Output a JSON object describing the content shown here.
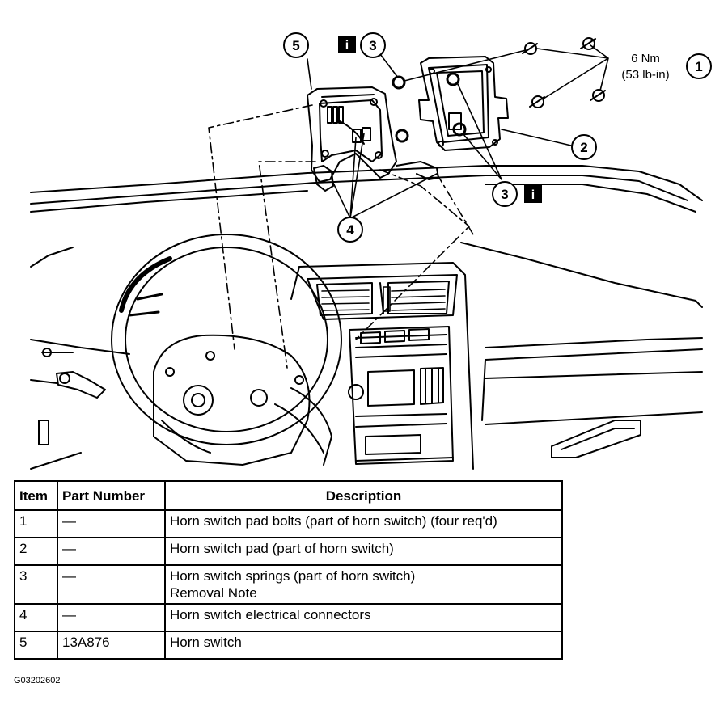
{
  "callouts": {
    "c1": "1",
    "c2": "2",
    "c3a": "3",
    "c3b": "3",
    "c4": "4",
    "c5": "5",
    "info_a": "i",
    "info_b": "i"
  },
  "torque": {
    "line1": "6 Nm",
    "line2": "(53 lb-in)"
  },
  "table": {
    "headers": {
      "item": "Item",
      "part": "Part Number",
      "desc": "Description"
    },
    "rows": [
      {
        "item": "1",
        "part": "—",
        "desc": "Horn switch pad bolts (part of horn switch) (four req'd)",
        "desc2": ""
      },
      {
        "item": "2",
        "part": "—",
        "desc": "Horn switch pad (part of horn switch)",
        "desc2": ""
      },
      {
        "item": "3",
        "part": "—",
        "desc": "Horn switch springs (part of horn switch)",
        "desc2": "Removal Note"
      },
      {
        "item": "4",
        "part": "—",
        "desc": "Horn switch electrical connectors",
        "desc2": ""
      },
      {
        "item": "5",
        "part": "13A876",
        "desc": "Horn switch",
        "desc2": ""
      }
    ]
  },
  "figure_id": "G03202602"
}
